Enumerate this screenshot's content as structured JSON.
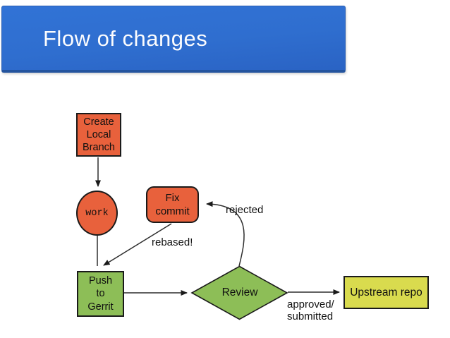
{
  "slide": {
    "title": "Flow of changes",
    "title_bar_color": "#2f6ecf",
    "background_color": "#ffffff"
  },
  "diagram": {
    "nodes": [
      {
        "id": "create-local-branch",
        "label": "Create\nLocal\nBranch",
        "shape": "rectangle",
        "fill": "#e8613c"
      },
      {
        "id": "work",
        "label": "work",
        "shape": "ellipse",
        "fill": "#e8613c"
      },
      {
        "id": "fix-commit",
        "label": "Fix\ncommit",
        "shape": "rounded-rectangle",
        "fill": "#e8613c"
      },
      {
        "id": "push-to-gerrit",
        "label": "Push\nto\nGerrit",
        "shape": "rectangle",
        "fill": "#8dbe57"
      },
      {
        "id": "review",
        "label": "Review",
        "shape": "diamond",
        "fill": "#8dbe57"
      },
      {
        "id": "upstream-repo",
        "label": "Upstream repo",
        "shape": "rectangle",
        "fill": "#d9db4e"
      }
    ],
    "edge_labels": {
      "rejected": "rejected",
      "rebased": "rebased!",
      "approved": "approved/\nsubmitted"
    },
    "connector_color": "#2d2d2d",
    "node_border_color": "#1a1a1a"
  }
}
